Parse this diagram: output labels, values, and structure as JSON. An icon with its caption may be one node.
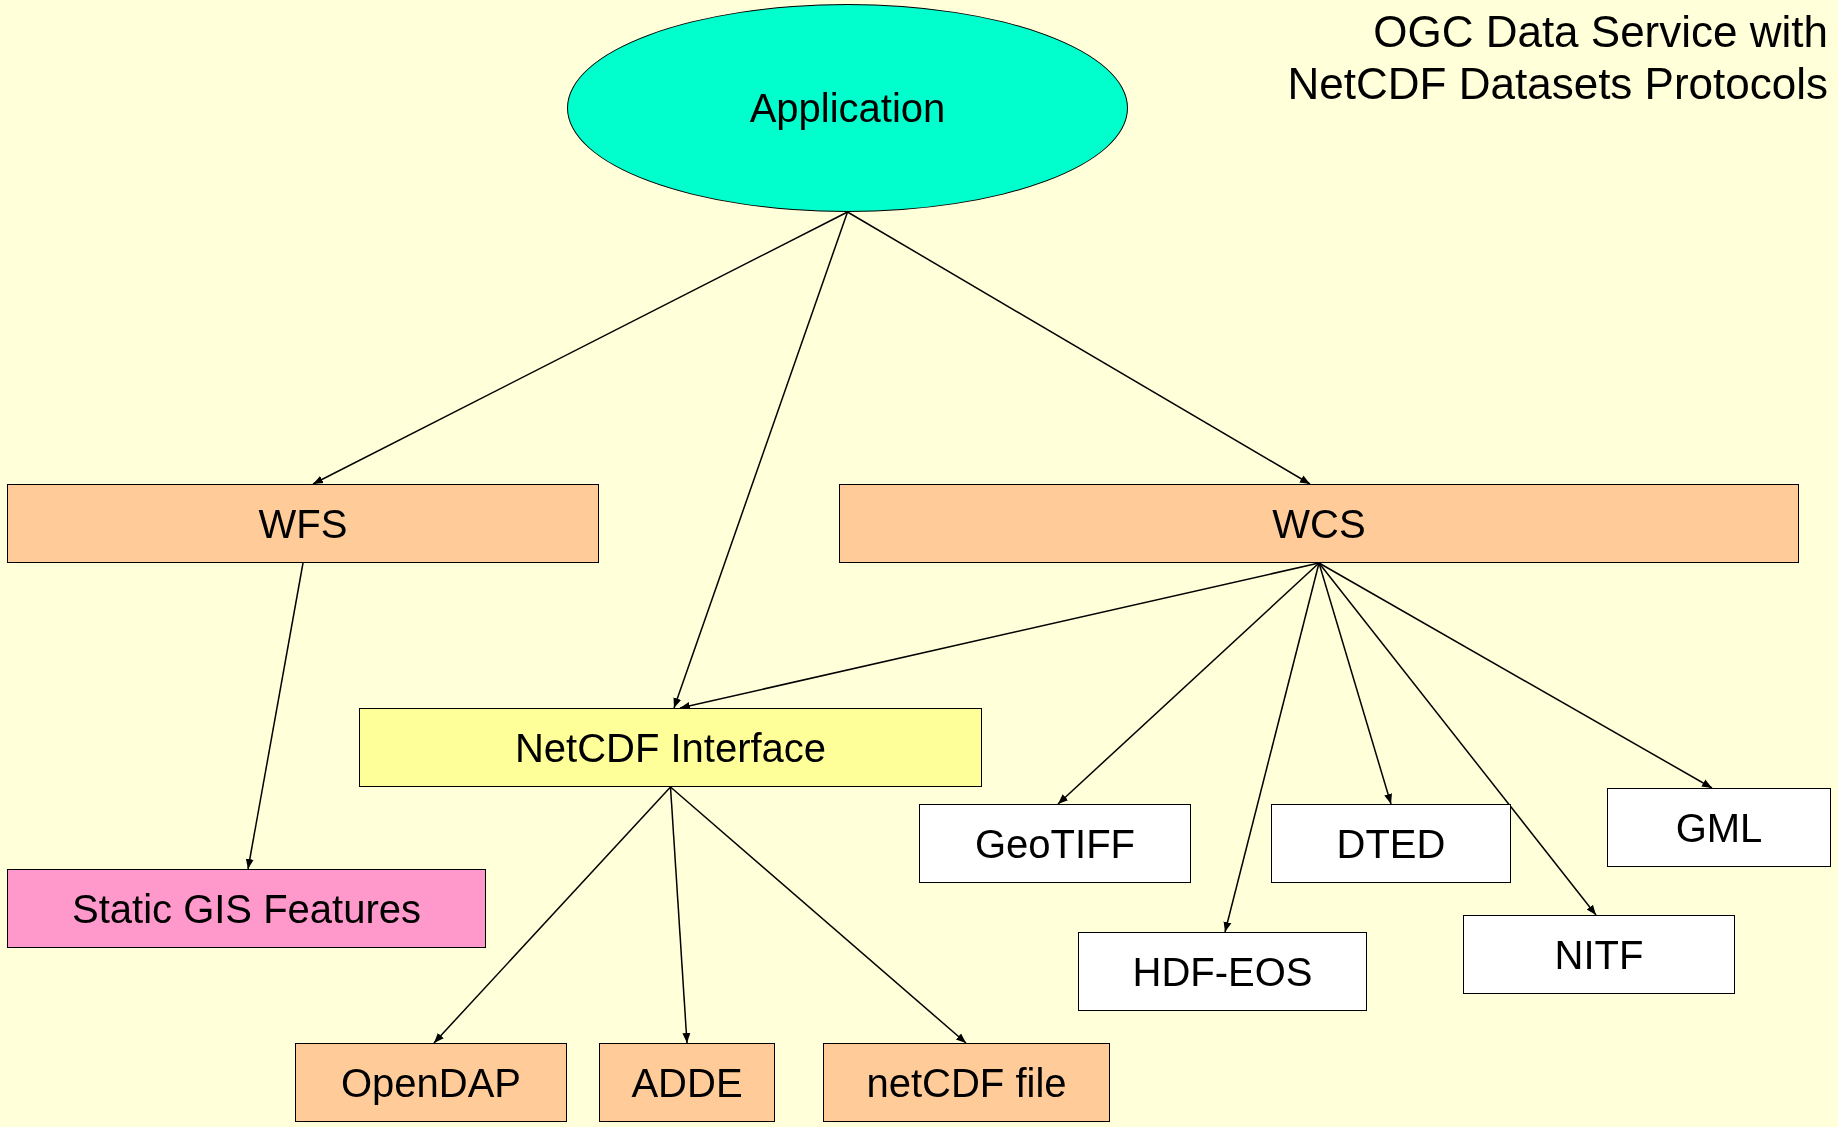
{
  "diagram": {
    "title": "OGC Data Service with NetCDF Datasets Protocols",
    "nodes": [
      {
        "text": [
          "Application"
        ]
      },
      {
        "text": [
          "WFS"
        ]
      },
      {
        "text": [
          "WCS"
        ]
      },
      {
        "text": [
          "NetCDF Interface"
        ]
      },
      {
        "text": [
          "Static GIS Features"
        ]
      },
      {
        "text": [
          "GeoTIFF"
        ]
      },
      {
        "text": [
          "DTED"
        ]
      },
      {
        "text": [
          "GML"
        ]
      },
      {
        "text": [
          "HDF-EOS"
        ]
      },
      {
        "text": [
          "NITF"
        ]
      },
      {
        "text": [
          "OpenDAP"
        ]
      },
      {
        "text": [
          "ADDE"
        ]
      },
      {
        "text": [
          "netCDF file"
        ]
      }
    ],
    "edges": [
      {
        "from": 0,
        "to": 1,
        "arrow": "to"
      },
      {
        "from": 0,
        "to": 3,
        "arrow": "to"
      },
      {
        "from": 0,
        "to": 2,
        "arrow": "to"
      },
      {
        "from": 1,
        "to": 4,
        "arrow": "to"
      },
      {
        "from": 2,
        "to": 3,
        "arrow": "to"
      },
      {
        "from": 2,
        "to": 5,
        "arrow": "to"
      },
      {
        "from": 2,
        "to": 8,
        "arrow": "to"
      },
      {
        "from": 2,
        "to": 6,
        "arrow": "to"
      },
      {
        "from": 2,
        "to": 9,
        "arrow": "to"
      },
      {
        "from": 2,
        "to": 7,
        "arrow": "to"
      },
      {
        "from": 3,
        "to": 10,
        "arrow": "to"
      },
      {
        "from": 3,
        "to": 11,
        "arrow": "to"
      },
      {
        "from": 3,
        "to": 12,
        "arrow": "to"
      }
    ]
  }
}
